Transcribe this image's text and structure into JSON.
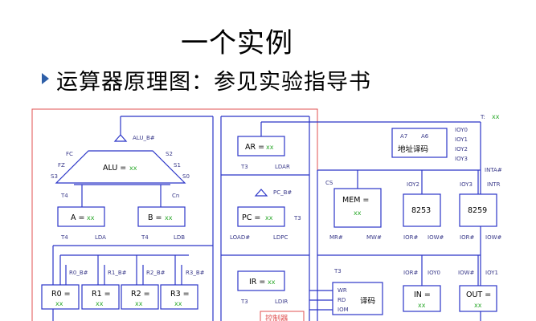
{
  "title": "一个实例",
  "subtitle": "运算器原理图：参见实验指导书",
  "t_label": "T:",
  "t_value": "xx",
  "alu": {
    "name": "ALU =",
    "value": "xx",
    "bus": "ALU_B#",
    "fc": "FC",
    "fz": "FZ",
    "s3": "S3",
    "s2": "S2",
    "s1": "S1",
    "s0": "S0",
    "t4": "T4",
    "cn": "Cn"
  },
  "reg_a": {
    "name": "A =",
    "value": "xx",
    "t4": "T4",
    "ctrl": "LDA"
  },
  "reg_b": {
    "name": "B =",
    "value": "xx",
    "t4": "T4",
    "ctrl": "LDB"
  },
  "regs": [
    {
      "name": "R0 =",
      "value": "xx",
      "bus": "R0_B#"
    },
    {
      "name": "R1 =",
      "value": "xx",
      "bus": "R1_B#"
    },
    {
      "name": "R2 =",
      "value": "xx",
      "bus": "R2_B#"
    },
    {
      "name": "R3 =",
      "value": "xx",
      "bus": "R3_B#"
    }
  ],
  "ar": {
    "name": "AR =",
    "value": "xx",
    "t3": "T3",
    "ctrl": "LDAR"
  },
  "pc": {
    "name": "PC =",
    "value": "xx",
    "bus": "PC_B#",
    "t3": "T3",
    "load": "LOAD#",
    "ctrl": "LDPC"
  },
  "ir": {
    "name": "IR =",
    "value": "xx",
    "t3": "T3",
    "ctrl": "LDIR"
  },
  "control_partial": "控制器",
  "addr_decoder": {
    "a7": "A7",
    "a6": "A6",
    "name": "地址译码",
    "outputs": [
      "IOY0",
      "IOY1",
      "IOY2",
      "IOY3"
    ]
  },
  "mem": {
    "name": "MEM =",
    "value": "xx",
    "cs": "CS",
    "mr": "MR#",
    "mw": "MW#"
  },
  "chip_8253": {
    "name": "8253",
    "ioy": "IOY2",
    "ior": "IOR#",
    "iow": "IOW#"
  },
  "chip_8259": {
    "name": "8259",
    "ioy": "IOY3",
    "inta": "INTA#",
    "intr": "INTR",
    "ior": "IOR#",
    "iow": "IOW#"
  },
  "decoder": {
    "name": "译码",
    "t3": "T3",
    "wr": "WR",
    "rd": "RD",
    "iom": "IOM"
  },
  "in_port": {
    "name": "IN =",
    "value": "xx",
    "ior": "IOR#",
    "ioy": "IOY0"
  },
  "out_port": {
    "name": "OUT =",
    "value": "xx",
    "iow": "IOW#",
    "ioy": "IOY1"
  }
}
